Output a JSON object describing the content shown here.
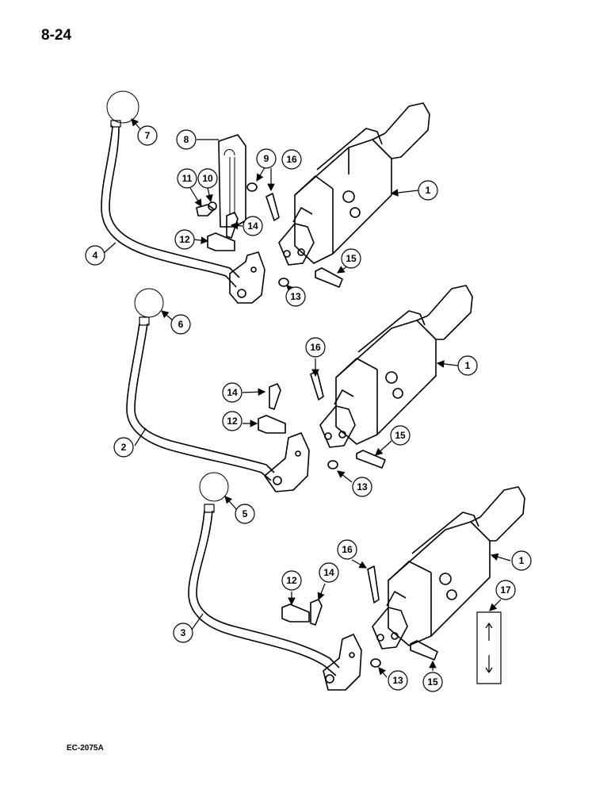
{
  "page": {
    "number": "8-24",
    "figure_code": "EC-2075A"
  },
  "callouts": {
    "c1a": "1",
    "c4": "4",
    "c7": "7",
    "c8": "8",
    "c9": "9",
    "c10": "10",
    "c11": "11",
    "c12a": "12",
    "c13a": "13",
    "c14a": "14",
    "c15a": "15",
    "c16a": "16",
    "c1b": "1",
    "c2": "2",
    "c6": "6",
    "c12b": "12",
    "c13b": "13",
    "c14b": "14",
    "c15b": "15",
    "c16b": "16",
    "c1c": "1",
    "c3": "3",
    "c5": "5",
    "c12c": "12",
    "c13c": "13",
    "c14c": "14",
    "c15c": "15",
    "c16c": "16",
    "c17": "17"
  }
}
